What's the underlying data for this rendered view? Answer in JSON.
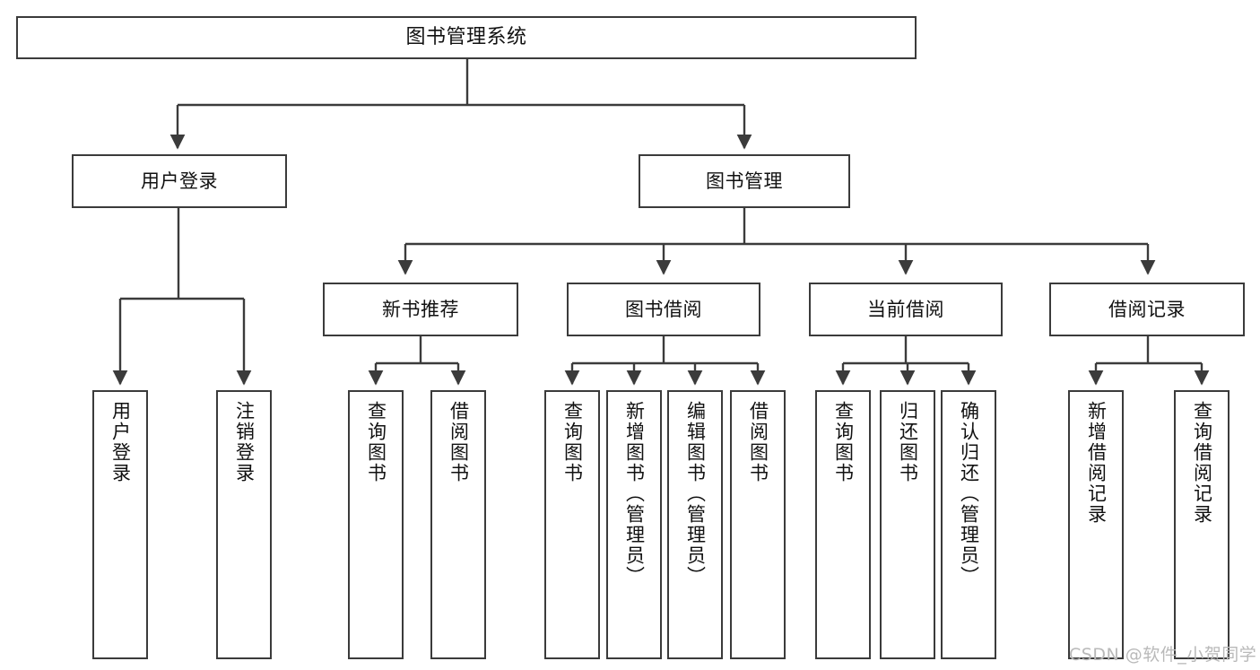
{
  "diagram": {
    "title": "图书管理系统",
    "type": "hierarchy-tree",
    "background_color": "#ffffff",
    "line_color": "#3b3b3b",
    "text_color": "#111111"
  },
  "nodes": {
    "root": {
      "label": "图书管理系统"
    },
    "level2": [
      {
        "label": "用户登录"
      },
      {
        "label": "图书管理"
      }
    ],
    "level3": [
      {
        "label": "新书推荐"
      },
      {
        "label": "图书借阅"
      },
      {
        "label": "当前借阅"
      },
      {
        "label": "借阅记录"
      }
    ],
    "leaves": {
      "user_login": [
        {
          "label": "用户登录"
        },
        {
          "label": "注销登录"
        }
      ],
      "new_book_recommend": [
        {
          "label": "查询图书"
        },
        {
          "label": "借阅图书"
        }
      ],
      "book_borrow": [
        {
          "label": "查询图书"
        },
        {
          "label": "新增图书（管理员）"
        },
        {
          "label": "编辑图书（管理员）"
        },
        {
          "label": "借阅图书"
        }
      ],
      "current_borrow": [
        {
          "label": "查询图书"
        },
        {
          "label": "归还图书"
        },
        {
          "label": "确认归还（管理员）"
        }
      ],
      "borrow_record": [
        {
          "label": "新增借阅记录"
        },
        {
          "label": "查询借阅记录"
        }
      ]
    }
  },
  "watermark": {
    "text": "CSDN @软件_小贺同学"
  }
}
